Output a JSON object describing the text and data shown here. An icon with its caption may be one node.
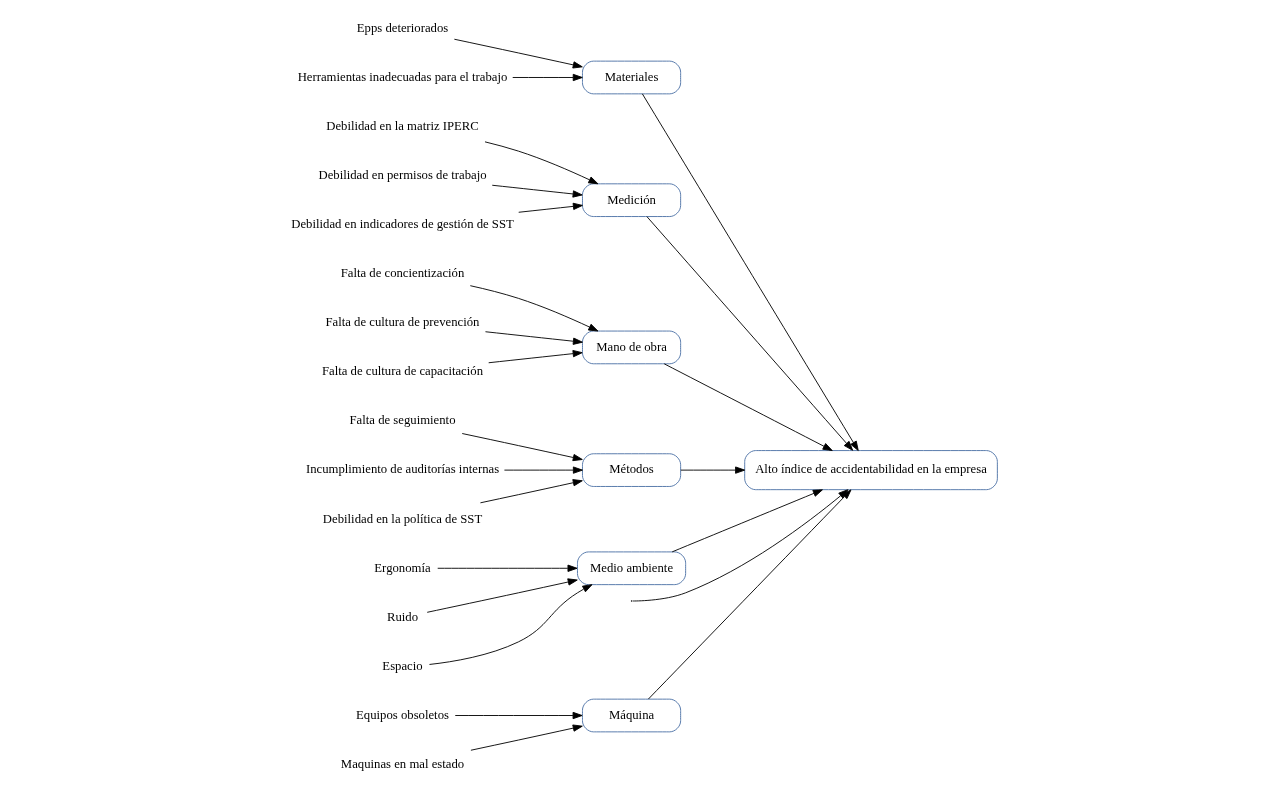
{
  "diagram": {
    "nodes": [
      {
        "text": [
          "Máquina"
        ]
      },
      {
        "text": [
          "Materiales"
        ]
      },
      {
        "text": [
          "Medición"
        ]
      },
      {
        "text": [
          "Equipos obsoletos"
        ]
      },
      {
        "text": [
          "Maquinas en mal estado"
        ]
      },
      {
        "text": [
          "Epps deteriorados"
        ]
      },
      {
        "text": [
          "Herramientas inadecuadas para el trabajo"
        ]
      },
      {
        "text": [
          "Debilidad en la matriz IPERC"
        ]
      },
      {
        "text": [
          "Debilidad en permisos de trabajo"
        ]
      },
      {
        "text": [
          "Debilidad en indicadores de gestión de SST"
        ]
      },
      {
        "text": [
          "Alto índice de accidentabilidad en la empresa"
        ]
      },
      {
        "text": [
          "Falta de concientización"
        ]
      },
      {
        "text": [
          "Falta de cultura de prevención"
        ]
      },
      {
        "text": [
          "Falta de cultura de capacitación"
        ]
      },
      {
        "text": [
          "Falta de seguimiento"
        ]
      },
      {
        "text": [
          "Incumplimiento de auditorías internas"
        ]
      },
      {
        "text": [
          "Debilidad en la política de SST"
        ]
      },
      {
        "text": [
          "Ergonomía"
        ]
      },
      {
        "text": [
          "Ruido"
        ]
      },
      {
        "text": [
          "Espacio"
        ]
      },
      {
        "text": [
          "Mano de obra"
        ]
      },
      {
        "text": [
          "Métodos"
        ]
      },
      {
        "text": [
          "Medio ambiente"
        ]
      }
    ],
    "edges": [
      {
        "from": 3,
        "to": 0,
        "arrow": "to"
      },
      {
        "from": 4,
        "to": 0,
        "arrow": "to"
      },
      {
        "from": 5,
        "to": 1,
        "arrow": "to"
      },
      {
        "from": 6,
        "to": 1,
        "arrow": "to"
      },
      {
        "from": 7,
        "to": 2,
        "arrow": "to"
      },
      {
        "from": 8,
        "to": 2,
        "arrow": "to"
      },
      {
        "from": 9,
        "to": 2,
        "arrow": "to"
      },
      {
        "from": 11,
        "to": 20,
        "arrow": "to"
      },
      {
        "from": 12,
        "to": 20,
        "arrow": "to"
      },
      {
        "from": 13,
        "to": 20,
        "arrow": "to"
      },
      {
        "from": 14,
        "to": 21,
        "arrow": "to"
      },
      {
        "from": 15,
        "to": 21,
        "arrow": "to"
      },
      {
        "from": 16,
        "to": 21,
        "arrow": "to"
      },
      {
        "from": 17,
        "to": 22,
        "arrow": "to"
      },
      {
        "from": 18,
        "to": 22,
        "arrow": "to"
      },
      {
        "from": 19,
        "to": 22,
        "arrow": "to"
      },
      {
        "from": 0,
        "to": 10,
        "arrow": "to"
      },
      {
        "from": 1,
        "to": 10,
        "arrow": "to"
      },
      {
        "from": 2,
        "to": 10,
        "arrow": "to"
      },
      {
        "from": 20,
        "to": 10,
        "arrow": "to"
      },
      {
        "from": 21,
        "to": 10,
        "arrow": "to"
      },
      {
        "from": 22,
        "to": 10,
        "arrow": "to"
      },
      {
        "from": null,
        "to": 10,
        "arrow": "to"
      }
    ]
  }
}
